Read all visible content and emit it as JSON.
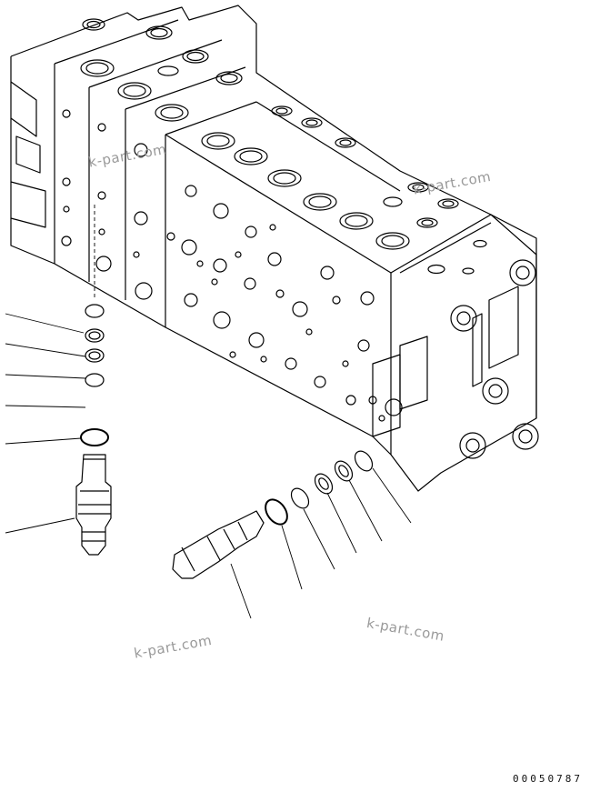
{
  "watermarks": [
    "k-part.com",
    "k-part.com",
    "k-part.com",
    "k-part.com"
  ],
  "drawing_number": "00050787"
}
